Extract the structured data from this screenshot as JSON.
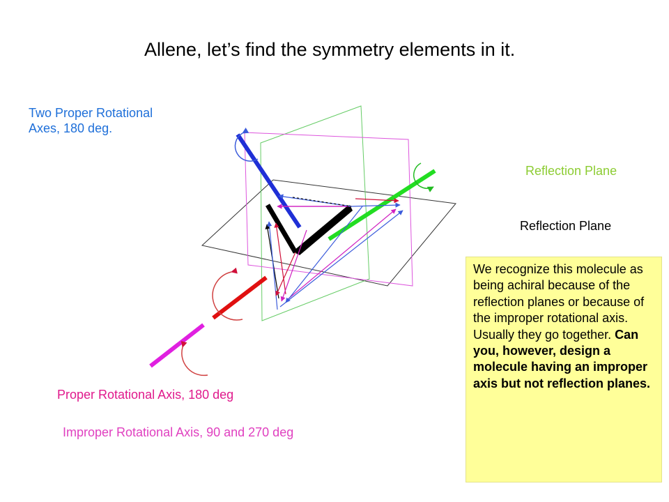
{
  "title": "Allene,  let’s find the symmetry elements in it.",
  "labels": {
    "two_axes_line1": "Two Proper Rotational",
    "two_axes_line2": "Axes, 180 deg.",
    "reflection_plane_green": "Reflection Plane",
    "reflection_plane_black": "Reflection Plane",
    "proper_axis": "Proper Rotational Axis, 180 deg",
    "improper_axis": "Improper Rotational Axis, 90 and 270 deg"
  },
  "note": {
    "plain": "We recognize this molecule as being achiral because of the reflection planes or because of the improper rotational axis. Usually they go together.",
    "bold": "Can you, however, design a molecule having an improper axis but not reflection planes."
  },
  "colors": {
    "blue_axis": "#1f2fd6",
    "green_axis": "#22dd22",
    "red_axis": "#e01010",
    "magenta_axis": "#e020e0",
    "label_blue": "#1e6fd9",
    "label_green": "#8ccc32",
    "label_magenta": "#e0198c",
    "label_pink": "#e040c0",
    "note_bg": "#ffff99"
  }
}
